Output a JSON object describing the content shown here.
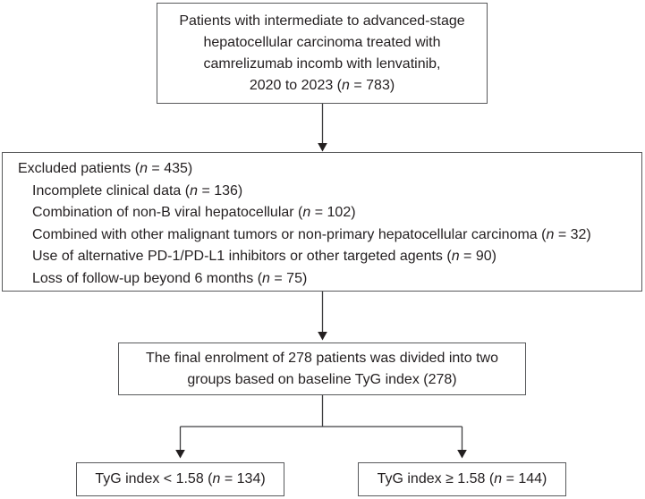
{
  "flowchart": {
    "top_box": {
      "lines": [
        {
          "pre": "Patients with intermediate to advanced-stage",
          "n": "",
          "post": ""
        },
        {
          "pre": "hepatocellular carcinoma treated with",
          "n": "",
          "post": ""
        },
        {
          "pre": "camrelizumab incomb with lenvatinib,",
          "n": "",
          "post": ""
        },
        {
          "pre": "2020 to 2023 (",
          "n": "n",
          "post": " = 783)"
        }
      ]
    },
    "excluded_box": {
      "title": {
        "pre": "Excluded patients (",
        "n": "n",
        "post": " = 435)"
      },
      "items": [
        {
          "pre": "Incomplete clinical data (",
          "n": "n",
          "post": " = 136)"
        },
        {
          "pre": "Combination of non-B viral hepatocellular (",
          "n": "n",
          "post": " = 102)"
        },
        {
          "pre": "Combined with other malignant tumors or non-primary hepatocellular carcinoma (",
          "n": "n",
          "post": " = 32)"
        },
        {
          "pre": "Use of alternative PD-1/PD-L1 inhibitors or other targeted agents (",
          "n": "n",
          "post": " = 90)"
        },
        {
          "pre": "Loss of follow-up beyond 6 months (",
          "n": "n",
          "post": " = 75)"
        }
      ]
    },
    "enrolment_box": {
      "lines": [
        {
          "pre": "The final enrolment of 278 patients was divided into two",
          "n": "",
          "post": ""
        },
        {
          "pre": "groups based on baseline TyG index (278)",
          "n": "",
          "post": ""
        }
      ]
    },
    "low_tyg_box": {
      "line": {
        "pre": "TyG index < 1.58 (",
        "n": "n",
        "post": " = 134)"
      }
    },
    "high_tyg_box": {
      "line": {
        "pre": "TyG index ≥ 1.58 (",
        "n": "n",
        "post": " = 144)"
      }
    },
    "colors": {
      "background": "#ffffff",
      "box_border": "#58595b",
      "text": "#231f20",
      "connector": "#3f3f41"
    }
  }
}
